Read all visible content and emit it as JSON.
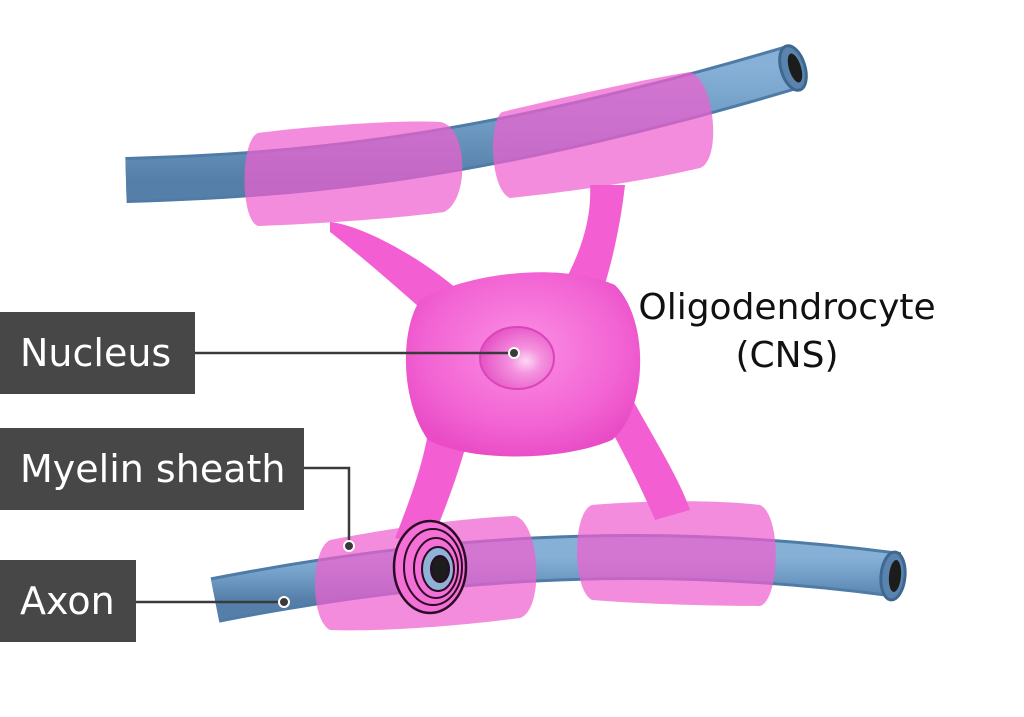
{
  "labels": {
    "nucleus": "Nucleus",
    "myelin_sheath": "Myelin sheath",
    "axon": "Axon"
  },
  "title": {
    "line1": "Oligodendrocyte",
    "line2": "(CNS)"
  },
  "colors": {
    "axon": "#6f9cc7",
    "axon_dark": "#4f7ca7",
    "myelin": "#f26bd4",
    "cell_body": "#f260d2",
    "nucleus": "#e94fc4",
    "label_bg": "#474747",
    "label_text": "#ffffff",
    "leader_line": "#3a3a3a"
  }
}
